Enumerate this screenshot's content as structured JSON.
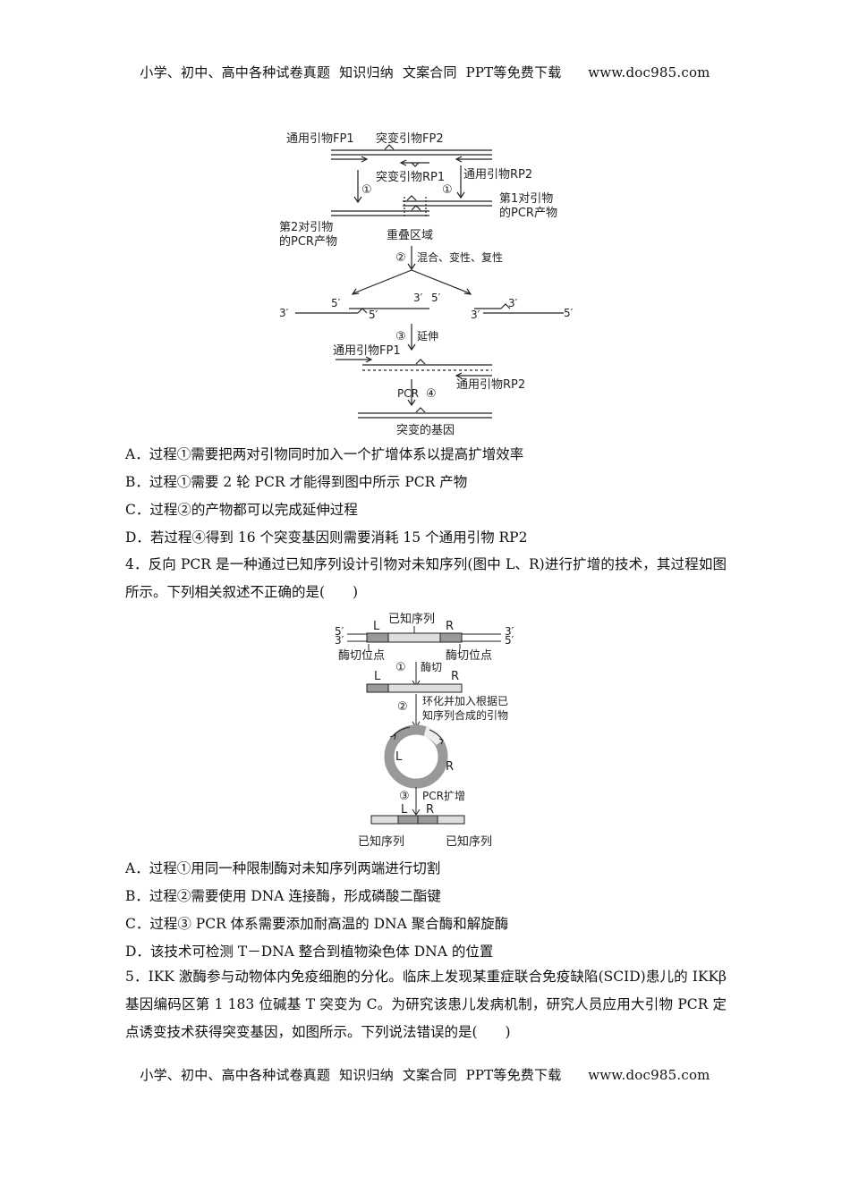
{
  "header": {
    "text": "小学、初中、高中各种试卷真题  知识归纳  文案合同  PPT等免费下载      www.doc985.com"
  },
  "footer": {
    "text": "小学、初中、高中各种试卷真题  知识归纳  文案合同  PPT等免费下载      www.doc985.com"
  },
  "figure1": {
    "fp1": "通用引物FP1",
    "fp2": "突变引物FP2",
    "rp1": "突变引物RP1",
    "rp2": "通用引物RP2",
    "step1": "①",
    "pair1_a": "第1对引物",
    "pair1_b": "的PCR产物",
    "pair2_a": "第2对引物",
    "pair2_b": "的PCR产物",
    "overlap": "重叠区域",
    "step2": "②",
    "step2_text": "混合、变性、复性",
    "p3": "3′",
    "p5": "5′",
    "step3": "③",
    "step3_text": "延伸",
    "pcr": "PCR",
    "step4": "④",
    "result": "突变的基因"
  },
  "q3_options": [
    "A．过程①需要把两对引物同时加入一个扩增体系以提高扩增效率",
    "B．过程①需要 2 轮 PCR 才能得到图中所示 PCR 产物",
    "C．过程②的产物都可以完成延伸过程",
    "D．若过程④得到 16 个突变基因则需要消耗 15 个通用引物 RP2"
  ],
  "q4": {
    "stem": "4．反向 PCR 是一种通过已知序列设计引物对未知序列(图中 L、R)进行扩增的技术，其过程如图所示。下列相关叙述不正确的是(　　)",
    "options": [
      "A．过程①用同一种限制酶对未知序列两端进行切割",
      "B．过程②需要使用 DNA 连接酶，形成磷酸二酯键",
      "C．过程③ PCR 体系需要添加耐高温的 DNA 聚合酶和解旋酶",
      "D．该技术可检测 T－DNA 整合到植物染色体 DNA 的位置"
    ]
  },
  "figure2": {
    "known": "已知序列",
    "l": "L",
    "r": "R",
    "p5": "5′",
    "p3": "3′",
    "cut_site": "酶切位点",
    "step1": "①",
    "step1_text": "酶切",
    "step2": "②",
    "step2_text_a": "环化并加入根据已",
    "step2_text_b": "知序列合成的引物",
    "step3": "③",
    "step3_text": "PCR扩增"
  },
  "q5": {
    "stem": "5．IKK 激酶参与动物体内免疫细胞的分化。临床上发现某重症联合免疫缺陷(SCID)患儿的 IKKβ 基因编码区第 1 183 位碱基 T 突变为 C。为研究该患儿发病机制，研究人员应用大引物 PCR 定点诱变技术获得突变基因，如图所示。下列说法错误的是(　　)"
  }
}
